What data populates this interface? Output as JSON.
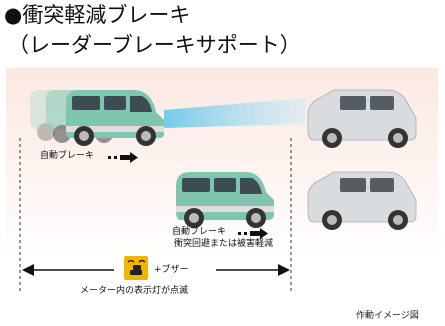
{
  "title": {
    "main": "衝突軽減ブレーキ",
    "sub": "（レーダーブレーキサポート）"
  },
  "labels": {
    "auto_brake_1": "自動ブレーキ",
    "auto_brake_2": "自動ブレーキ",
    "avoid_or_reduce": "衝突回避または被害軽減",
    "buzzer": "+ブザー",
    "meter_light": "メーター内の表示灯が点滅",
    "image_note": "作動イメージ図"
  },
  "colors": {
    "own_car": "#7ec6b0",
    "lead_car": "#d9dcdf",
    "radar_beam": "#8fd3ee",
    "indicator_bg": "#f3b400",
    "background_tint": "#fbe9e3"
  },
  "icons": [
    "radar-warning-icon",
    "right-arrow-icon",
    "left-arrow-icon"
  ]
}
